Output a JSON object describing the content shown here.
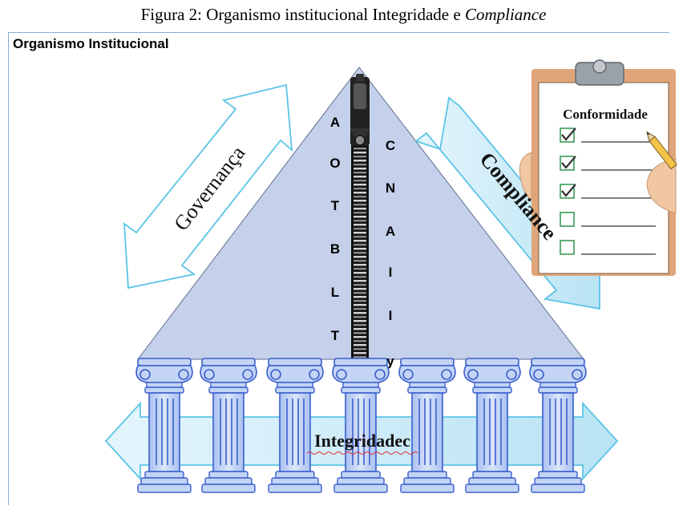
{
  "caption": {
    "prefix": "Figura 2: Organismo institucional Integridade e ",
    "italic": "Compliance"
  },
  "frame_title": "Organismo Institucional",
  "labels": {
    "governanca": "Governança",
    "compliance": "Compliance",
    "integridade": "Integridadec",
    "conformidade": "Conformidade"
  },
  "zipper_left_letters": [
    "A",
    "O",
    "T",
    "B",
    "L",
    "T"
  ],
  "zipper_right_letters": [
    "C",
    "N",
    "A",
    "I",
    "I",
    "y"
  ],
  "checklist": {
    "checked": [
      true,
      true,
      true,
      false,
      false
    ]
  },
  "colors": {
    "pyramid": "#c5d1ea",
    "arrow_outline": "#5bc4e6",
    "column_fill": "#c3d4f5",
    "column_stroke": "#3a5fcd",
    "check_green": "#3b9a57",
    "clipboard": "#e0a67a"
  }
}
